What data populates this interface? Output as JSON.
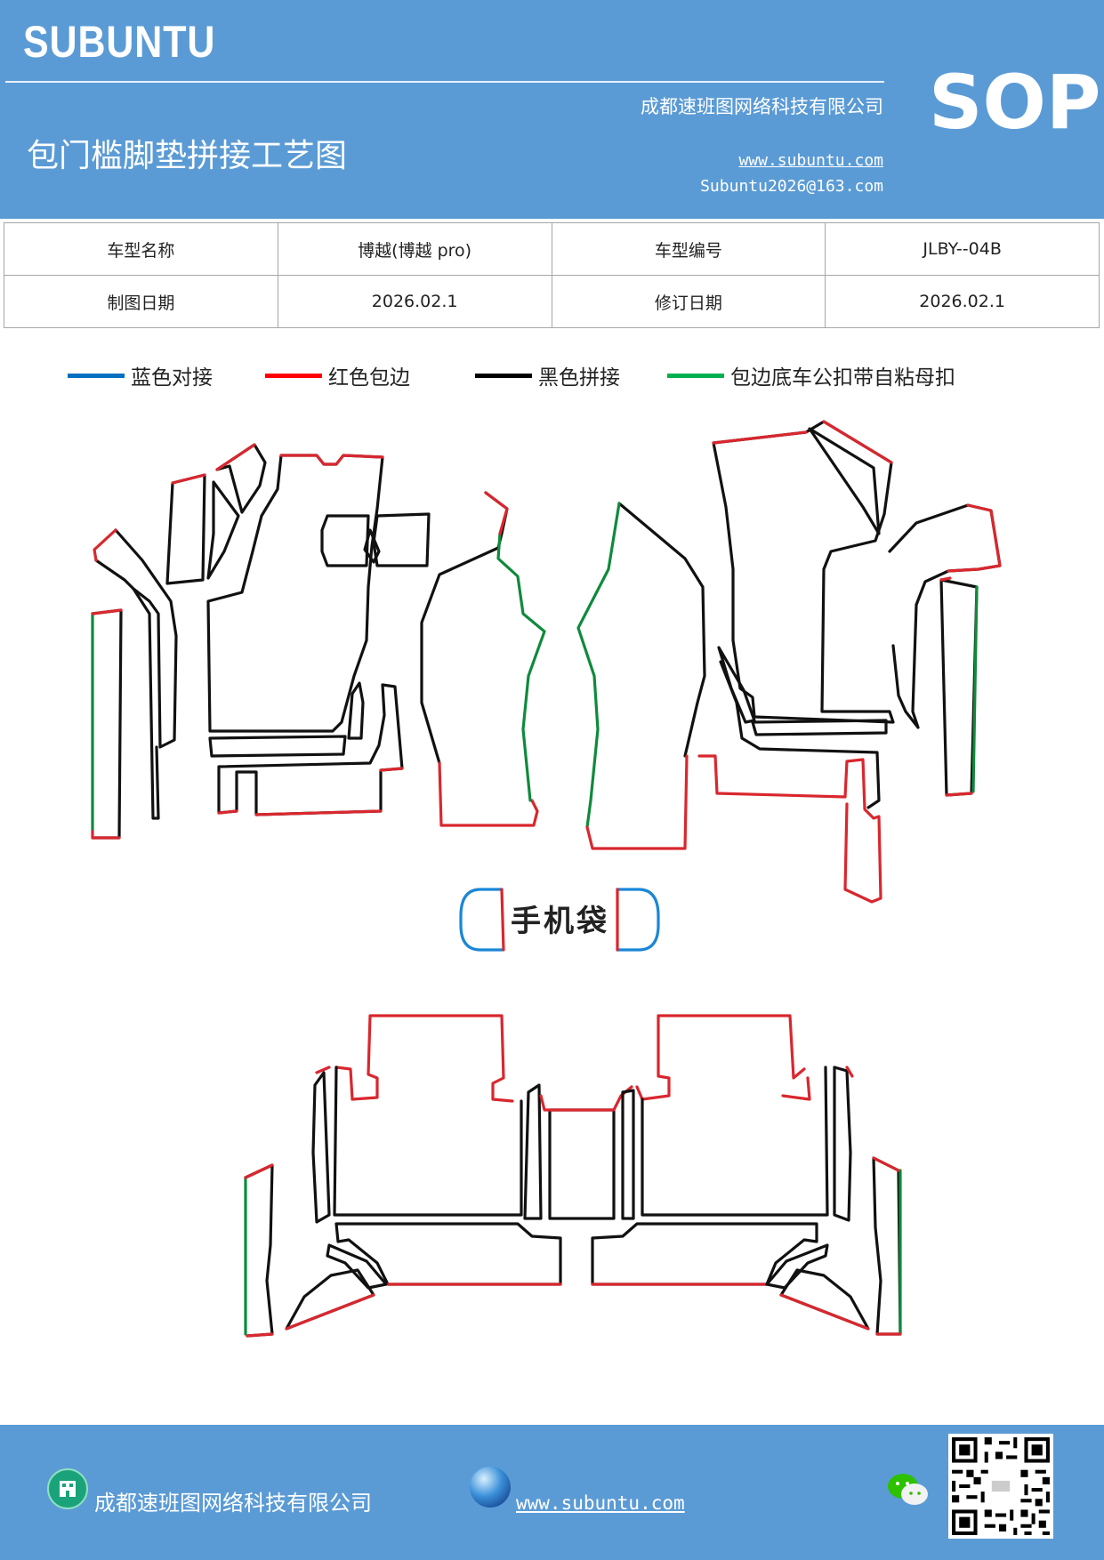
{
  "header": {
    "brand": "SUBUNTU",
    "company": "成都速班图网络科技有限公司",
    "title": "包门槛脚垫拼接工艺图",
    "website": "www.subuntu.com",
    "email": "Subuntu2026@163.com",
    "badge": "SOP"
  },
  "info_table": {
    "rows": [
      {
        "label1": "车型名称",
        "value1": "博越(博越 pro)",
        "label2": "车型编号",
        "value2": "JLBY--04B"
      },
      {
        "label1": "制图日期",
        "value1": "2026.02.1",
        "label2": "修订日期",
        "value2": "2026.02.1"
      }
    ]
  },
  "legend": [
    {
      "label": "蓝色对接",
      "color": "#0070c0"
    },
    {
      "label": "红色包边",
      "color": "#ff0000"
    },
    {
      "label": "黑色拼接",
      "color": "#000000"
    },
    {
      "label": "包边底车公扣带自粘母扣",
      "color": "#00b050"
    }
  ],
  "drawing": {
    "phone_pocket_label": "手机袋",
    "colors": {
      "blue": "#1a86d6",
      "red": "#d9272e",
      "black": "#111111",
      "green": "#0f8a3c"
    }
  },
  "footer": {
    "company": "成都速班图网络科技有限公司",
    "website": "www.subuntu.com ",
    "icons": [
      "building-icon",
      "globe-icon",
      "wechat-icon",
      "qr-code"
    ]
  }
}
